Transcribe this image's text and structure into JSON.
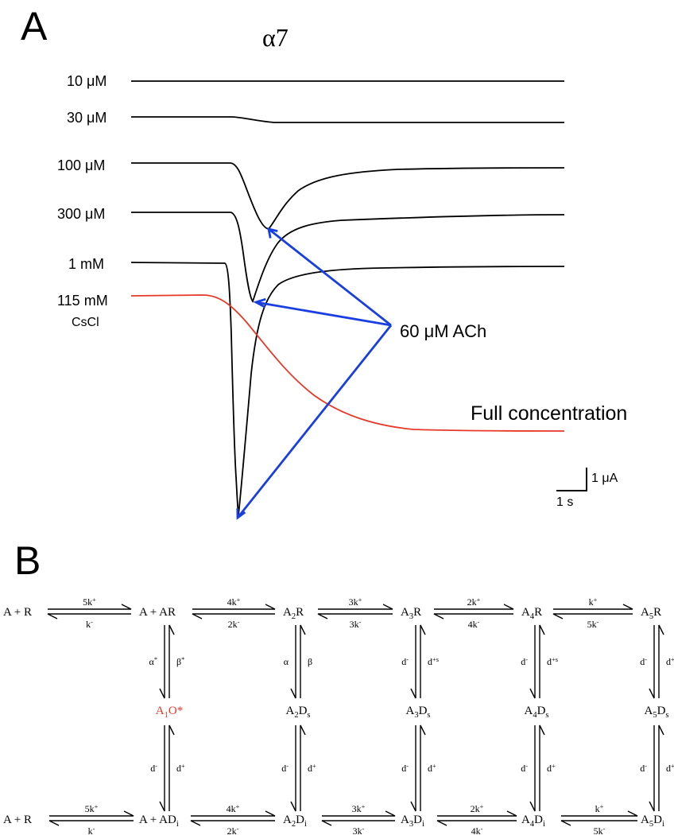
{
  "panel_a": {
    "letter": "A",
    "title": "α7",
    "labels": [
      {
        "id": "c10",
        "text": "10 μM"
      },
      {
        "id": "c30",
        "text": "30 μM"
      },
      {
        "id": "c100",
        "text": "100 μM"
      },
      {
        "id": "c300",
        "text": "300 μM"
      },
      {
        "id": "c1m",
        "text": "1 mM"
      },
      {
        "id": "cs1",
        "text": "115 mM"
      },
      {
        "id": "cs2",
        "text": "CsCl"
      }
    ],
    "arrow_label": "60 μM ACh",
    "full_label": "Full concentration",
    "scale": {
      "current": "1 μA",
      "time": "1 s"
    },
    "colors": {
      "trace": "#000000",
      "cscl_trace": "#e8382a",
      "arrow": "#1a3fe0",
      "highlight": "#e8382a"
    }
  },
  "panel_b": {
    "letter": "B",
    "states": [
      {
        "id": "AR0",
        "parts": [
          [
            "A + R",
            "n"
          ]
        ]
      },
      {
        "id": "AR1",
        "parts": [
          [
            "A + AR",
            "n"
          ]
        ]
      },
      {
        "id": "A2R",
        "parts": [
          [
            "A",
            "n"
          ],
          [
            "2",
            "sub"
          ],
          [
            "R",
            "n"
          ]
        ]
      },
      {
        "id": "A3R",
        "parts": [
          [
            "A",
            "n"
          ],
          [
            "3",
            "sub"
          ],
          [
            "R",
            "n"
          ]
        ]
      },
      {
        "id": "A4R",
        "parts": [
          [
            "A",
            "n"
          ],
          [
            "4",
            "sub"
          ],
          [
            "R",
            "n"
          ]
        ]
      },
      {
        "id": "A5R",
        "parts": [
          [
            "A",
            "n"
          ],
          [
            "5",
            "sub"
          ],
          [
            "R",
            "n"
          ]
        ]
      },
      {
        "id": "A1O",
        "parts": [
          [
            "A",
            "n"
          ],
          [
            "1",
            "sub"
          ],
          [
            "O*",
            "n"
          ]
        ],
        "red": true
      },
      {
        "id": "A2Ds",
        "parts": [
          [
            "A",
            "n"
          ],
          [
            "2",
            "sub"
          ],
          [
            "D",
            "n"
          ],
          [
            "s",
            "sub"
          ]
        ]
      },
      {
        "id": "A3Ds",
        "parts": [
          [
            "A",
            "n"
          ],
          [
            "3",
            "sub"
          ],
          [
            "D",
            "n"
          ],
          [
            "s",
            "sub"
          ]
        ]
      },
      {
        "id": "A4Ds",
        "parts": [
          [
            "A",
            "n"
          ],
          [
            "4",
            "sub"
          ],
          [
            "D",
            "n"
          ],
          [
            "s",
            "sub"
          ]
        ]
      },
      {
        "id": "A5Ds",
        "parts": [
          [
            "A",
            "n"
          ],
          [
            "5",
            "sub"
          ],
          [
            "D",
            "n"
          ],
          [
            "s",
            "sub"
          ]
        ]
      },
      {
        "id": "AR0b",
        "parts": [
          [
            "A + R",
            "n"
          ]
        ]
      },
      {
        "id": "ADi1",
        "parts": [
          [
            "A + AD",
            "n"
          ],
          [
            "i",
            "sub"
          ]
        ]
      },
      {
        "id": "A2Di",
        "parts": [
          [
            "A",
            "n"
          ],
          [
            "2",
            "sub"
          ],
          [
            "D",
            "n"
          ],
          [
            "i",
            "sub"
          ]
        ]
      },
      {
        "id": "A3Di",
        "parts": [
          [
            "A",
            "n"
          ],
          [
            "3",
            "sub"
          ],
          [
            "D",
            "n"
          ],
          [
            "i",
            "sub"
          ]
        ]
      },
      {
        "id": "A4Di",
        "parts": [
          [
            "A",
            "n"
          ],
          [
            "4",
            "sub"
          ],
          [
            "D",
            "n"
          ],
          [
            "i",
            "sub"
          ]
        ]
      },
      {
        "id": "A5Di",
        "parts": [
          [
            "A",
            "n"
          ],
          [
            "5",
            "sub"
          ],
          [
            "D",
            "n"
          ],
          [
            "i",
            "sub"
          ]
        ]
      }
    ],
    "horizontal_rates": [
      {
        "id": "h1",
        "fwd": [
          [
            "5k",
            "n"
          ],
          [
            "+",
            "sup"
          ]
        ],
        "rev": [
          [
            "k",
            "n"
          ],
          [
            "-",
            "sup"
          ]
        ]
      },
      {
        "id": "h2",
        "fwd": [
          [
            "4k",
            "n"
          ],
          [
            "+",
            "sup"
          ]
        ],
        "rev": [
          [
            "2k",
            "n"
          ],
          [
            "-",
            "sup"
          ]
        ]
      },
      {
        "id": "h3",
        "fwd": [
          [
            "3k",
            "n"
          ],
          [
            "+",
            "sup"
          ]
        ],
        "rev": [
          [
            "3k",
            "n"
          ],
          [
            "-",
            "sup"
          ]
        ]
      },
      {
        "id": "h4",
        "fwd": [
          [
            "2k",
            "n"
          ],
          [
            "+",
            "sup"
          ]
        ],
        "rev": [
          [
            "4k",
            "n"
          ],
          [
            "-",
            "sup"
          ]
        ]
      },
      {
        "id": "h5",
        "fwd": [
          [
            "k",
            "n"
          ],
          [
            "+",
            "sup"
          ]
        ],
        "rev": [
          [
            "5k",
            "n"
          ],
          [
            "-",
            "sup"
          ]
        ]
      },
      {
        "id": "h6",
        "fwd": [
          [
            "5k",
            "n"
          ],
          [
            "+",
            "sup"
          ]
        ],
        "rev": [
          [
            "k",
            "n"
          ],
          [
            "-",
            "sup"
          ]
        ]
      },
      {
        "id": "h7",
        "fwd": [
          [
            "4k",
            "n"
          ],
          [
            "+",
            "sup"
          ]
        ],
        "rev": [
          [
            "2k",
            "n"
          ],
          [
            "-",
            "sup"
          ]
        ]
      },
      {
        "id": "h8",
        "fwd": [
          [
            "3k",
            "n"
          ],
          [
            "+",
            "sup"
          ]
        ],
        "rev": [
          [
            "3k",
            "n"
          ],
          [
            "-",
            "sup"
          ]
        ]
      },
      {
        "id": "h9",
        "fwd": [
          [
            "2k",
            "n"
          ],
          [
            "+",
            "sup"
          ]
        ],
        "rev": [
          [
            "4k",
            "n"
          ],
          [
            "-",
            "sup"
          ]
        ]
      },
      {
        "id": "h10",
        "fwd": [
          [
            "k",
            "n"
          ],
          [
            "+",
            "sup"
          ]
        ],
        "rev": [
          [
            "5k",
            "n"
          ],
          [
            "-",
            "sup"
          ]
        ]
      }
    ],
    "vertical_rates": [
      {
        "id": "v1",
        "left": [
          [
            "α",
            "n"
          ],
          [
            "*",
            "sup"
          ]
        ],
        "right": [
          [
            "β",
            "n"
          ],
          [
            "*",
            "sup"
          ]
        ]
      },
      {
        "id": "v2",
        "left": [
          [
            "α",
            "n"
          ]
        ],
        "right": [
          [
            "β",
            "n"
          ]
        ]
      },
      {
        "id": "v3",
        "left": [
          [
            "d",
            "n"
          ],
          [
            "-",
            "sup"
          ]
        ],
        "right": [
          [
            "d",
            "n"
          ],
          [
            "+s",
            "sup"
          ]
        ]
      },
      {
        "id": "v4",
        "left": [
          [
            "d",
            "n"
          ],
          [
            "-",
            "sup"
          ]
        ],
        "right": [
          [
            "d",
            "n"
          ],
          [
            "+s",
            "sup"
          ]
        ]
      },
      {
        "id": "v5",
        "left": [
          [
            "d",
            "n"
          ],
          [
            "-",
            "sup"
          ]
        ],
        "right": [
          [
            "d",
            "n"
          ],
          [
            "+s",
            "sup"
          ]
        ]
      },
      {
        "id": "v6",
        "left": [
          [
            "d",
            "n"
          ],
          [
            "-",
            "sup"
          ]
        ],
        "right": [
          [
            "d",
            "n"
          ],
          [
            "+",
            "sup"
          ]
        ]
      },
      {
        "id": "v7",
        "left": [
          [
            "d",
            "n"
          ],
          [
            "-",
            "sup"
          ]
        ],
        "right": [
          [
            "d",
            "n"
          ],
          [
            "+",
            "sup"
          ]
        ]
      },
      {
        "id": "v8",
        "left": [
          [
            "d",
            "n"
          ],
          [
            "-",
            "sup"
          ]
        ],
        "right": [
          [
            "d",
            "n"
          ],
          [
            "+",
            "sup"
          ]
        ]
      },
      {
        "id": "v9",
        "left": [
          [
            "d",
            "n"
          ],
          [
            "-",
            "sup"
          ]
        ],
        "right": [
          [
            "d",
            "n"
          ],
          [
            "+",
            "sup"
          ]
        ]
      },
      {
        "id": "v10",
        "left": [
          [
            "d",
            "n"
          ],
          [
            "-",
            "sup"
          ]
        ],
        "right": [
          [
            "d",
            "n"
          ],
          [
            "+",
            "sup"
          ]
        ]
      }
    ]
  }
}
